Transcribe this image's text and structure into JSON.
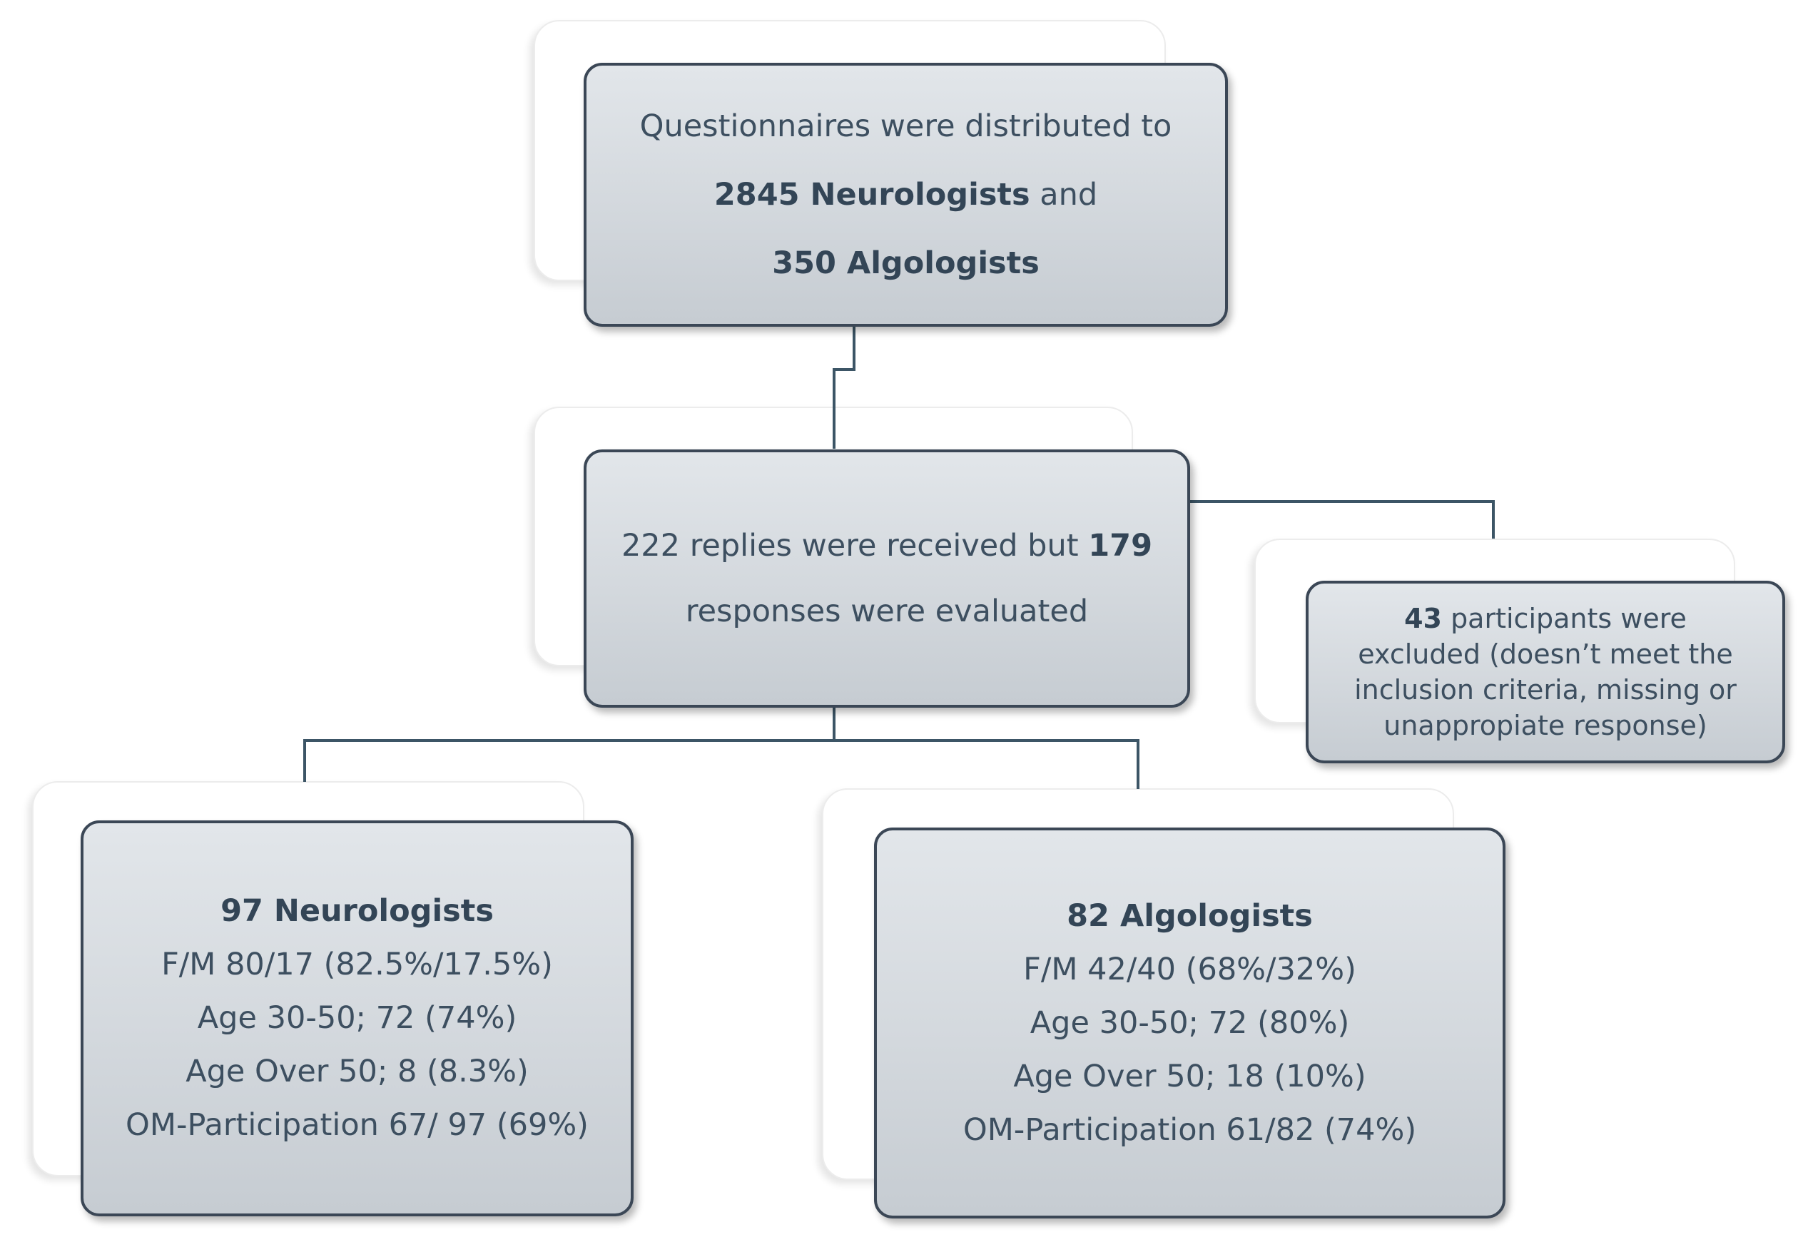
{
  "top_box": {
    "line1": "Questionnaires were distributed to",
    "line2_bold": "2845 Neurologists",
    "line2_rest": " and",
    "line3_bold": "350 Algologists"
  },
  "middle_box": {
    "line1_pre": "222 replies were received but ",
    "line1_bold": "179",
    "line2": "responses were evaluated"
  },
  "excluded_box": {
    "line1_bold": "43",
    "line1_rest": " participants were",
    "line2": "excluded (doesn’t meet the",
    "line3": "inclusion criteria, missing or",
    "line4": "unappropiate response)"
  },
  "neurologists_box": {
    "title": "97 Neurologists",
    "line1": "F/M 80/17 (82.5%/17.5%)",
    "line2": "Age 30-50; 72 (74%)",
    "line3": "Age Over 50; 8 (8.3%)",
    "line4": "OM-Participation 67/ 97 (69%)"
  },
  "algologists_box": {
    "title": "82 Algologists",
    "line1": "F/M 42/40 (68%/32%)",
    "line2": "Age 30-50; 72 (80%)",
    "line3": "Age Over 50; 18 (10%)",
    "line4": "OM-Participation 61/82 (74%)"
  }
}
